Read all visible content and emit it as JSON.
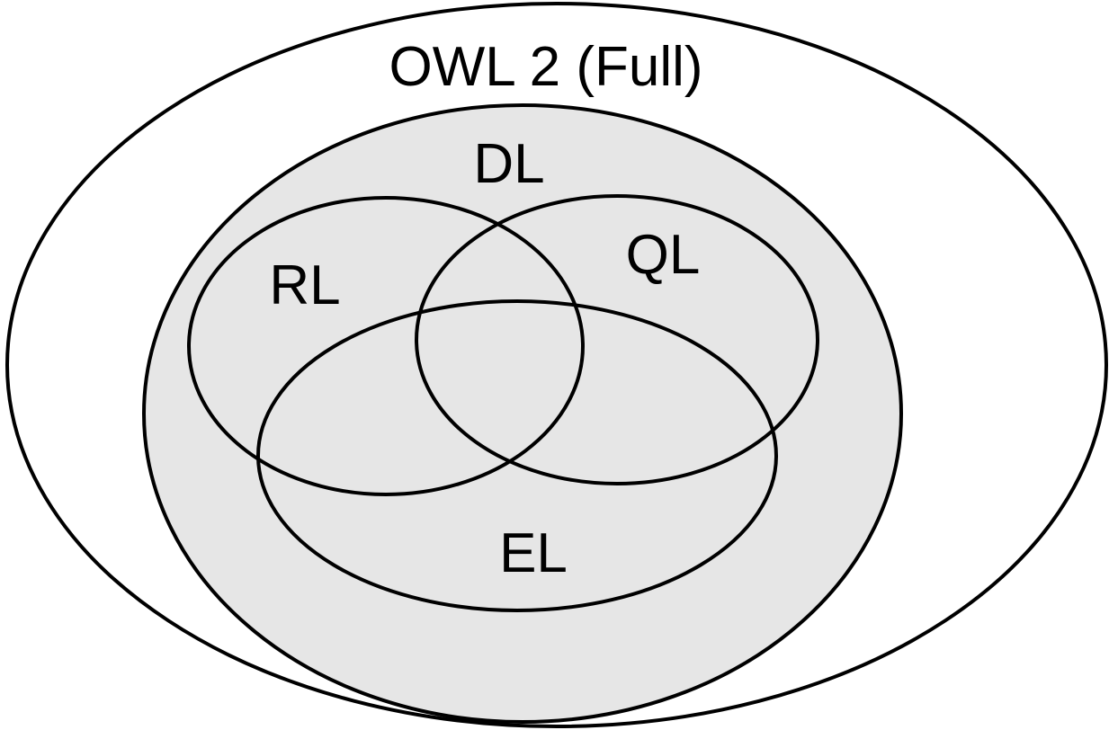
{
  "diagram": {
    "type": "venn",
    "colors": {
      "background": "#ffffff",
      "outer_fill": "#ffffff",
      "dl_fill": "#e6e6e6",
      "stroke": "#000000"
    },
    "regions": {
      "full": {
        "label": "OWL 2 (Full)"
      },
      "dl": {
        "label": "DL"
      },
      "rl": {
        "label": "RL"
      },
      "ql": {
        "label": "QL"
      },
      "el": {
        "label": "EL"
      }
    },
    "relations": [
      {
        "subset": "DL",
        "of": "OWL 2 (Full)"
      },
      {
        "subset": "RL",
        "of": "DL"
      },
      {
        "subset": "QL",
        "of": "DL"
      },
      {
        "subset": "EL",
        "of": "DL"
      }
    ]
  }
}
